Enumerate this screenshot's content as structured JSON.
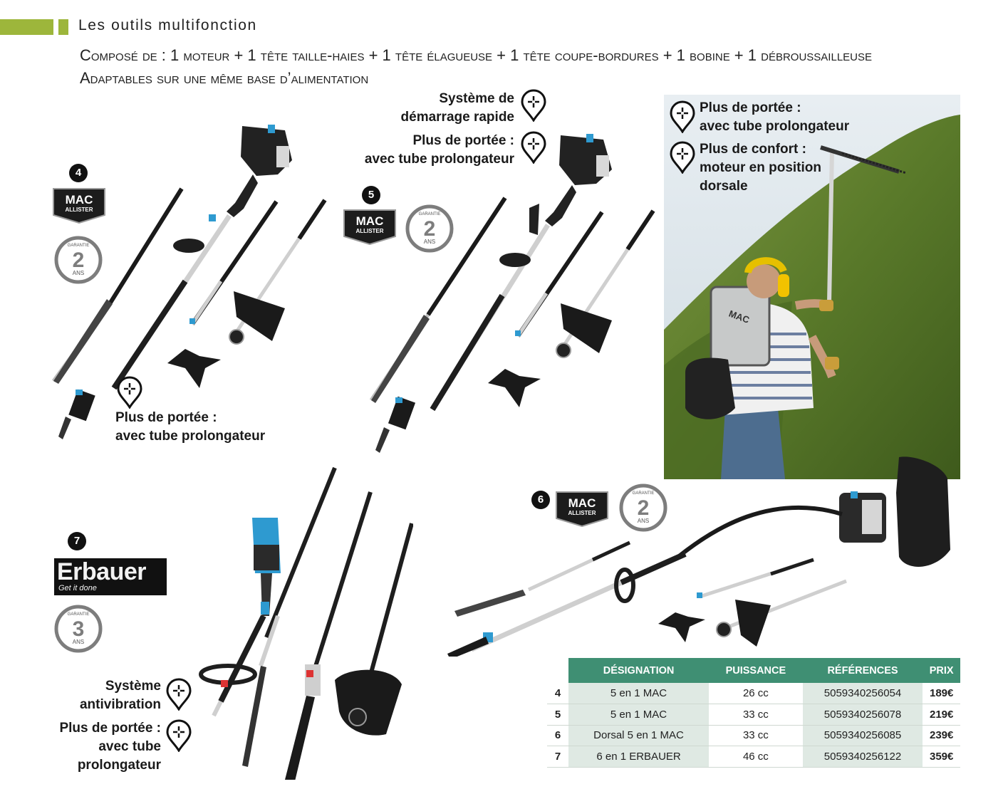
{
  "header": {
    "title": "Les outils multifonction"
  },
  "intro": {
    "line1": "Composé de : 1 moteur + 1 tête taille-haies + 1 tête élagueuse + 1 tête coupe-bordures + 1 bobine + 1 débroussailleuse",
    "line2": "Adaptables sur une même base d’alimentation"
  },
  "products": {
    "p4": {
      "number": "4",
      "guarantee_years": "2",
      "guarantee_unit": "ANS",
      "guarantee_label": "GARANTIE",
      "callout_line1": "Plus de portée :",
      "callout_line2": "avec tube prolongateur"
    },
    "p5": {
      "number": "5",
      "guarantee_years": "2",
      "guarantee_unit": "ANS",
      "guarantee_label": "GARANTIE",
      "callout1_line1": "Système de",
      "callout1_line2": "démarrage rapide",
      "callout2_line1": "Plus de portée :",
      "callout2_line2": "avec tube prolongateur"
    },
    "p6": {
      "number": "6",
      "guarantee_years": "2",
      "guarantee_unit": "ANS",
      "guarantee_label": "GARANTIE",
      "callout1_line1": "Plus de portée :",
      "callout1_line2": "avec tube prolongateur",
      "callout2_line1": "Plus de confort :",
      "callout2_line2": "moteur en position",
      "callout2_line3": "dorsale"
    },
    "p7": {
      "number": "7",
      "guarantee_years": "3",
      "guarantee_unit": "ANS",
      "guarantee_label": "GARANTIE",
      "brand": "Erbauer",
      "brand_tagline": "Get it done",
      "callout1_line1": "Système",
      "callout1_line2": "antivibration",
      "callout2_line1": "Plus de portée :",
      "callout2_line2": "avec tube",
      "callout2_line3": "prolongateur"
    }
  },
  "mac_logo": {
    "line1": "MAC",
    "line2": "ALLISTER"
  },
  "table": {
    "headers": [
      "DÉSIGNATION",
      "PUISSANCE",
      "RÉFÉRENCES",
      "PRIX"
    ],
    "rows": [
      {
        "index": "4",
        "designation": "5 en 1 MAC",
        "power": "26 cc",
        "reference": "5059340256054",
        "price": "189€"
      },
      {
        "index": "5",
        "designation": "5 en 1 MAC",
        "power": "33 cc",
        "reference": "5059340256078",
        "price": "219€"
      },
      {
        "index": "6",
        "designation": "Dorsal 5 en 1 MAC",
        "power": "33 cc",
        "reference": "5059340256085",
        "price": "239€"
      },
      {
        "index": "7",
        "designation": "6 en 1 ERBAUER",
        "power": "46 cc",
        "reference": "5059340256122",
        "price": "359€"
      }
    ]
  },
  "colors": {
    "accent_green": "#9db63b",
    "table_header": "#3f8f73",
    "row_shade": "#dfe9e3",
    "tool_blue": "#2e9ad0"
  }
}
